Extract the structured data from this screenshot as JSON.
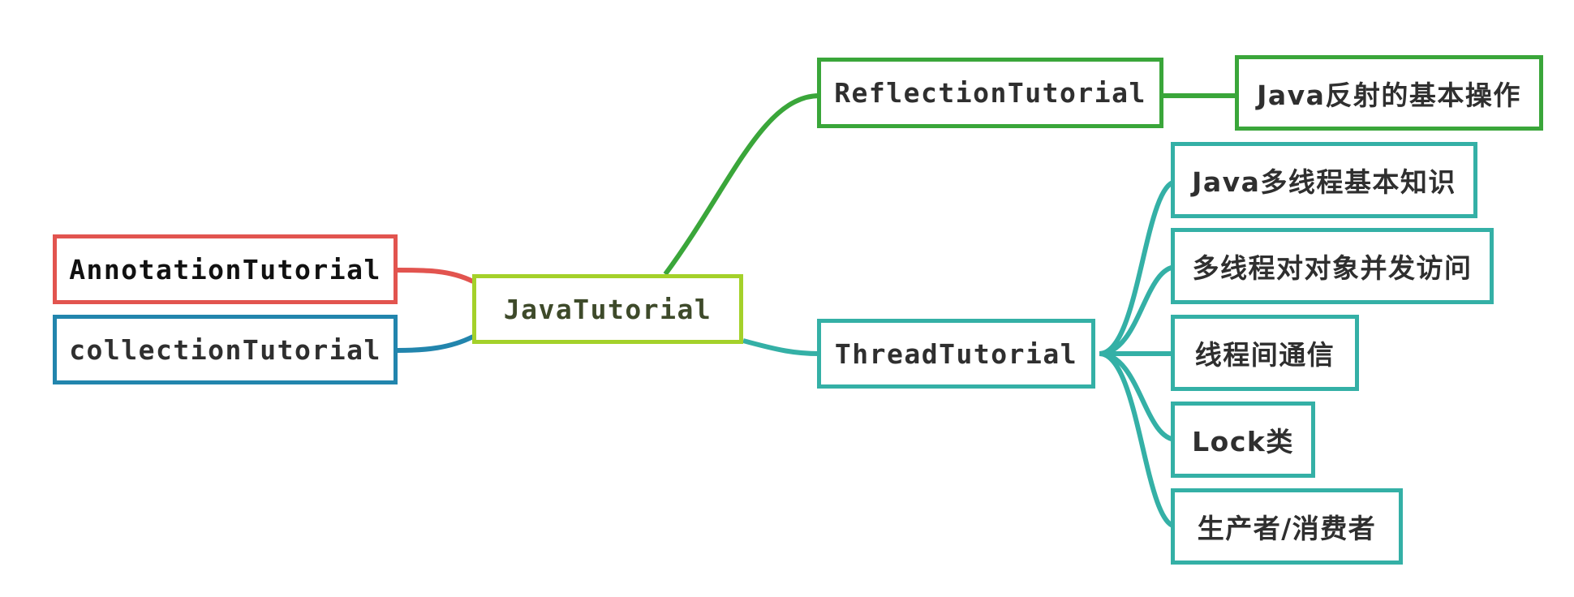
{
  "mindmap": {
    "root": {
      "label": "JavaTutorial",
      "color": "#a4d12a",
      "text_color": "#3e4a2a"
    },
    "annotation": {
      "label": "AnnotationTutorial",
      "color": "#e2544f",
      "text_color": "#111111"
    },
    "collection": {
      "label": "collectionTutorial",
      "color": "#2285ad",
      "text_color": "#2f2f2f"
    },
    "reflection": {
      "label": "ReflectionTutorial",
      "color": "#3aa63a",
      "children": [
        {
          "label": "Java反射的基本操作"
        }
      ]
    },
    "thread": {
      "label": "ThreadTutorial",
      "color": "#34b0a6",
      "children": [
        {
          "label": "Java多线程基本知识"
        },
        {
          "label": "多线程对对象并发访问"
        },
        {
          "label": "线程间通信"
        },
        {
          "label": "Lock类"
        },
        {
          "label": "生产者/消费者"
        }
      ]
    }
  }
}
